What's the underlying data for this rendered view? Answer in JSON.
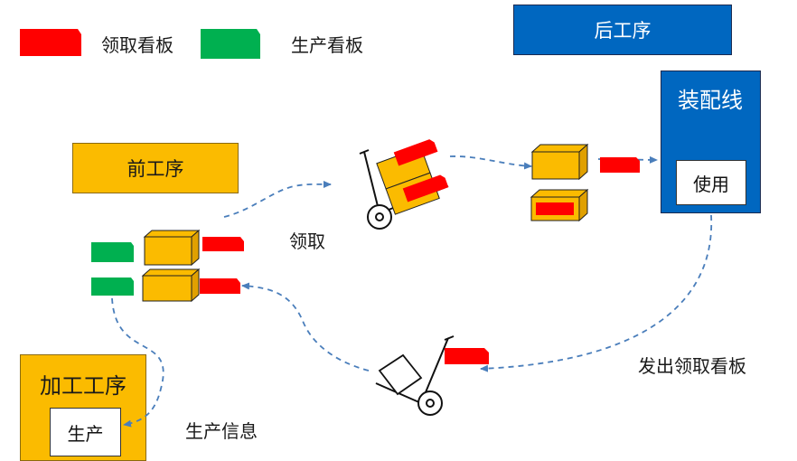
{
  "legend": {
    "withdrawal_label": "领取看板",
    "production_label": "生产看板"
  },
  "processes": {
    "upstream": "后工序",
    "assembly": "装配线",
    "use": "使用",
    "downstream": "前工序",
    "machining": "加工工序",
    "production": "生产"
  },
  "annotations": {
    "withdraw": "领取",
    "issue_withdrawal_kanban": "发出领取看板",
    "production_info": "生产信息"
  },
  "colors": {
    "withdrawal_kanban": "#ff0000",
    "production_kanban": "#00b050",
    "process_orange": "#fbbb00",
    "process_blue": "#0067c0",
    "flow_arrow": "#4a7ebb"
  }
}
